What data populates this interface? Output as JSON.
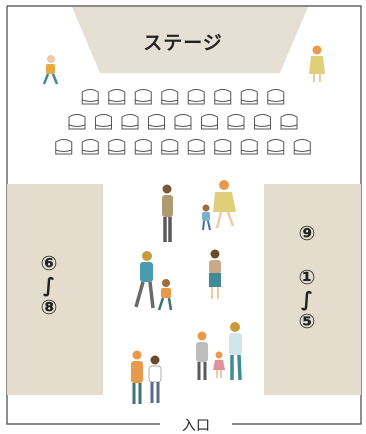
{
  "stage": {
    "label": "ステージ"
  },
  "booths": [
    {
      "lines": [
        "⑥",
        "∫",
        "⑧"
      ]
    },
    {
      "lines": [
        "⑨",
        "",
        "①",
        "∫",
        "⑤"
      ]
    }
  ],
  "entrance": {
    "label": "入口"
  },
  "seating": {
    "rows": [
      8,
      9,
      10
    ]
  },
  "colors": {
    "stage": "#e6e0d4",
    "booth": "#e4dccc",
    "wall": "#444444",
    "chair": "#555555",
    "orange": "#e89a4a",
    "teal": "#3f8c95",
    "skin": "#f0c9a6"
  }
}
